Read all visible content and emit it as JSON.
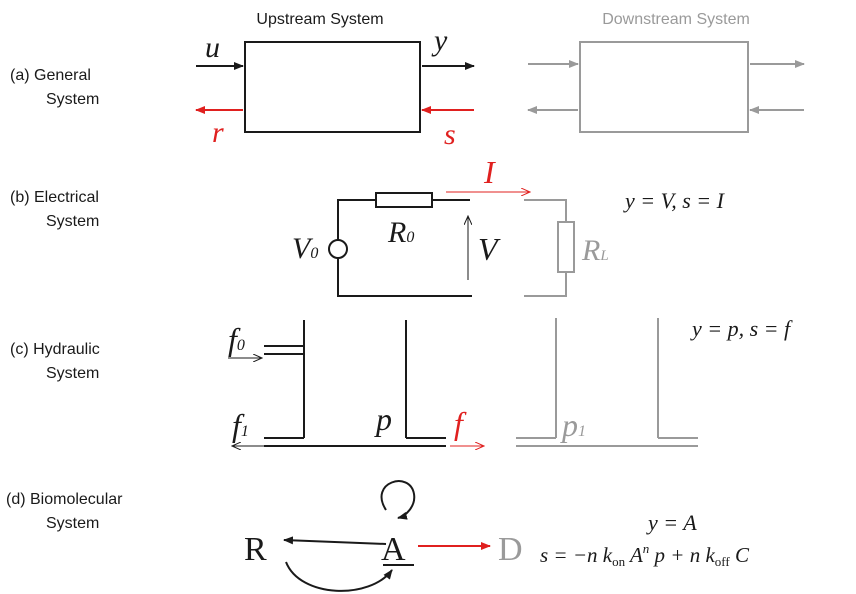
{
  "colors": {
    "black": "#1a1a1a",
    "red": "#e0201f",
    "gray": "#9a9a9a"
  },
  "header": {
    "upstream": "Upstream System",
    "downstream": "Downstream System"
  },
  "rows": {
    "a": {
      "label_line1": "(a)  General",
      "label_line2": "System"
    },
    "b": {
      "label_line1": "(b)  Electrical",
      "label_line2": "System"
    },
    "c": {
      "label_line1": "(c)    Hydraulic",
      "label_line2": "System"
    },
    "d": {
      "label_line1": "(d)  Biomolecular",
      "label_line2": "System"
    }
  },
  "general": {
    "u": "u",
    "y": "y",
    "r": "r",
    "s": "s"
  },
  "electrical": {
    "I": "I",
    "R0": "R",
    "R0_sub": "0",
    "V0": "V",
    "V0_sub": "0",
    "V": "V",
    "RL": "R",
    "RL_sub": "L",
    "eq": "y = V,  s = I"
  },
  "hydraulic": {
    "f0": "f",
    "f0_sub": "0",
    "f1": "f",
    "f1_sub": "1",
    "p": "p",
    "f": "f",
    "p1": "p",
    "p1_sub": "1",
    "eq": "y = p,  s = f"
  },
  "biomolecular": {
    "R": "R",
    "A": "A",
    "D": "D",
    "eq1": "y = A",
    "eq2_a": "s = −n k",
    "eq2_on": "on",
    "eq2_b": " A",
    "eq2_n": "n",
    "eq2_c": " p + n k",
    "eq2_off": "off",
    "eq2_d": " C"
  }
}
